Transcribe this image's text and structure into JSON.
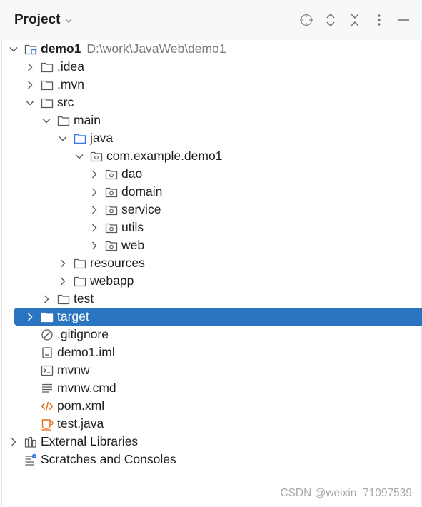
{
  "header": {
    "title": "Project",
    "actions": [
      "locate-icon",
      "expand-all-icon",
      "collapse-all-icon",
      "more-icon",
      "minimize-icon"
    ]
  },
  "project": {
    "name": "demo1",
    "path": "D:\\work\\JavaWeb\\demo1"
  },
  "tree": {
    "idea": ".idea",
    "mvn": ".mvn",
    "src": "src",
    "main": "main",
    "java": "java",
    "package": "com.example.demo1",
    "dao": "dao",
    "domain": "domain",
    "service": "service",
    "utils": "utils",
    "web": "web",
    "resources": "resources",
    "webapp": "webapp",
    "test": "test",
    "target": "target",
    "gitignore": ".gitignore",
    "iml": "demo1.iml",
    "mvnw": "mvnw",
    "mvnw_cmd": "mvnw.cmd",
    "pom": "pom.xml",
    "test_java": "test.java",
    "external_libraries": "External Libraries",
    "scratches": "Scratches and Consoles"
  },
  "colors": {
    "selection": "#2b75c0",
    "module_accent": "#3574f0",
    "xml_orange": "#e66d17"
  },
  "watermark": "CSDN @weixin_71097539"
}
